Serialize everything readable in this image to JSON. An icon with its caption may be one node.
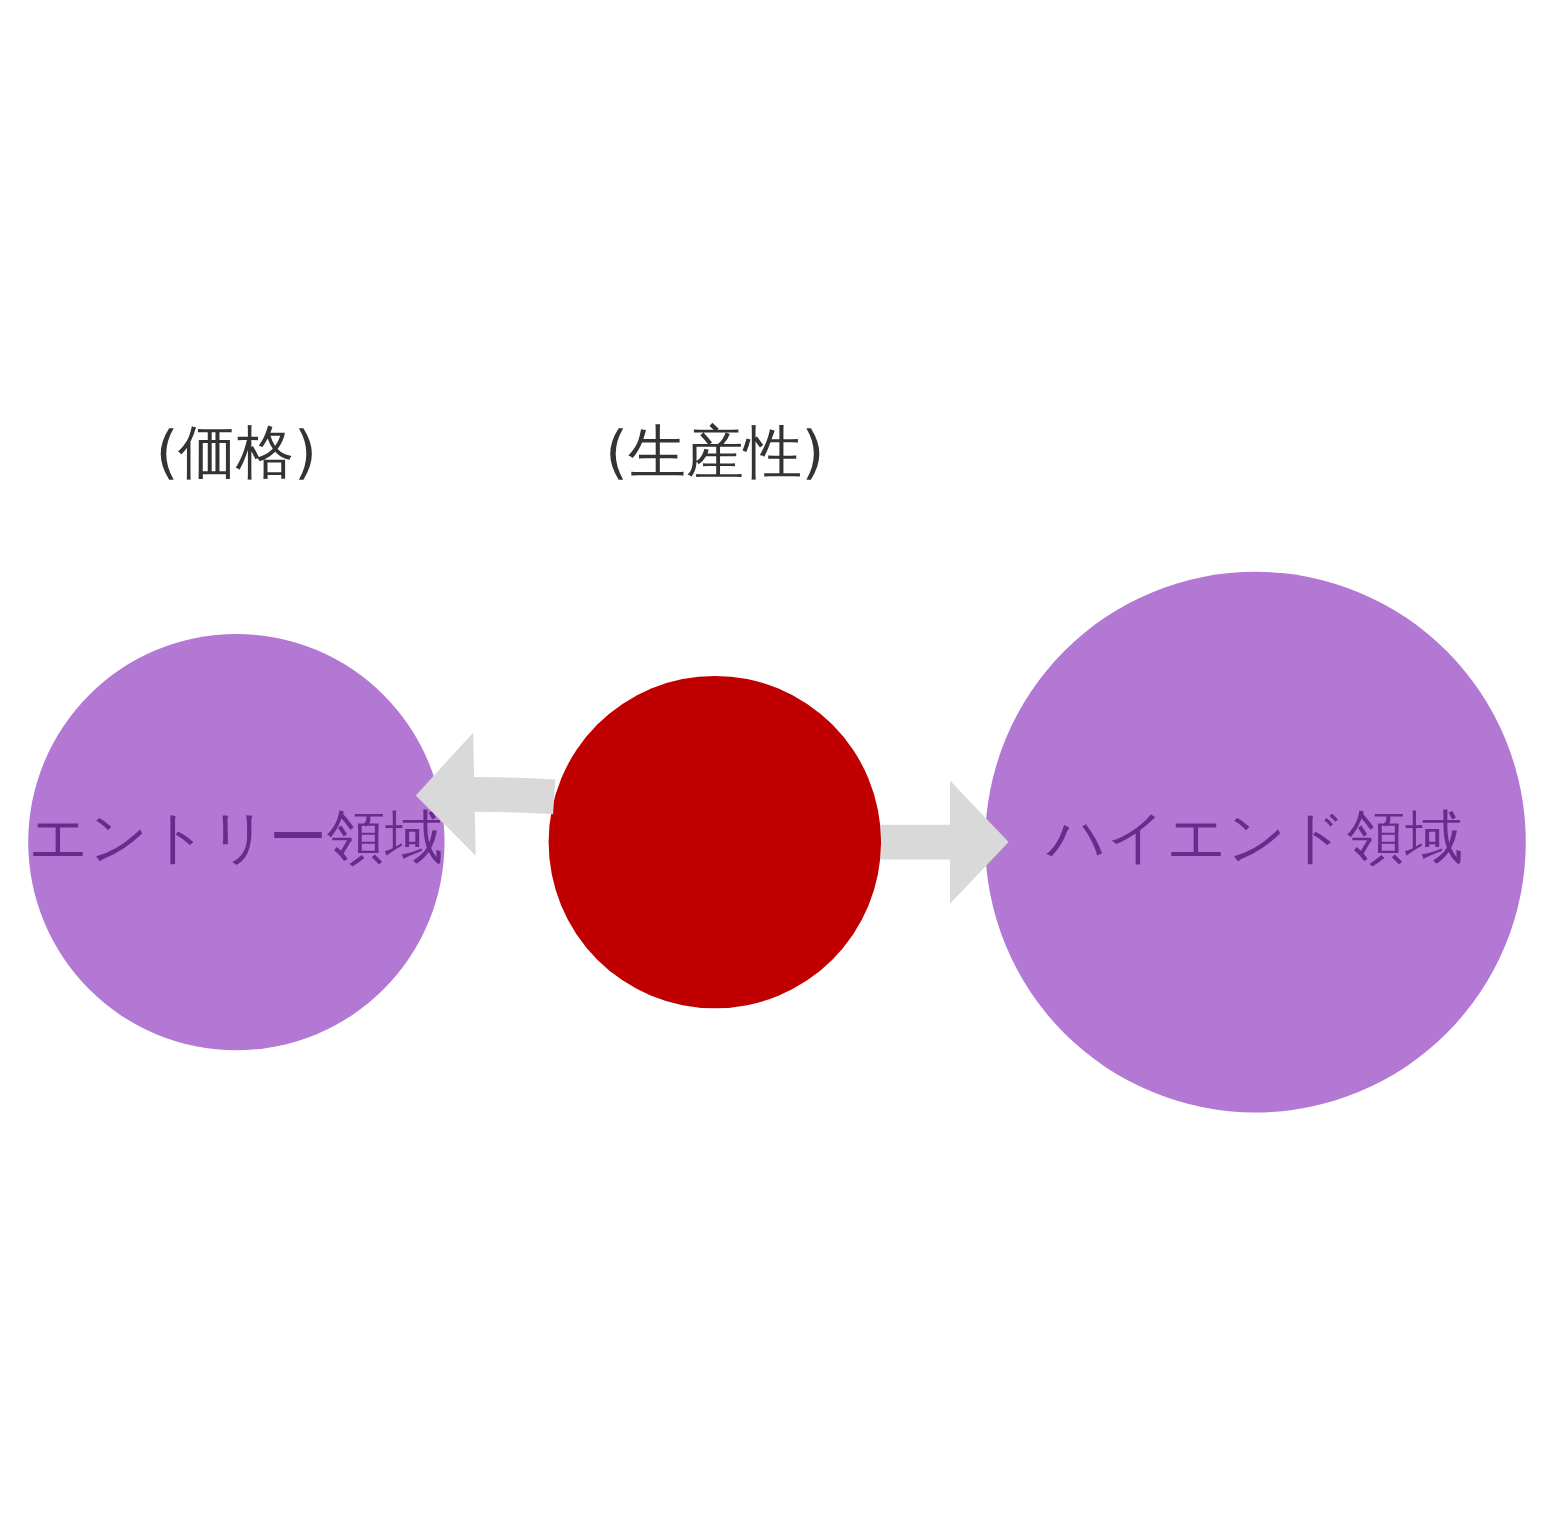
{
  "diagram": {
    "nodes": [
      {
        "text": [
          "ハイエンド領域"
        ]
      },
      {
        "text": [],
        "shape": "circle"
      },
      {
        "text": [
          "エントリー領域"
        ]
      }
    ],
    "edges": [
      {
        "from": 1,
        "to": 0,
        "arrow": "to"
      },
      {
        "from": 1,
        "to": 2,
        "arrow": "to"
      }
    ],
    "labels": [
      "(価格)",
      "(生産性)"
    ]
  }
}
